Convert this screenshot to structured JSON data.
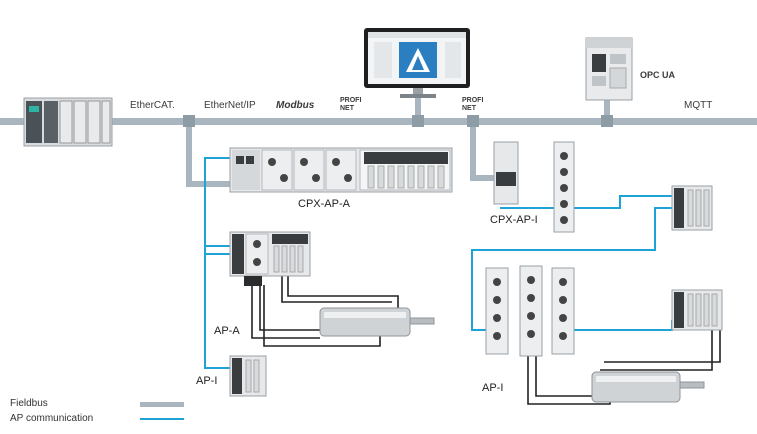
{
  "protocols": {
    "ethercat": "EtherCAT.",
    "ethernetip": "EtherNet/IP",
    "modbus": "Modbus",
    "profinet_1": "PROFI NET",
    "profinet_2": "PROFI NET",
    "opcua": "OPC UA",
    "mqtt": "MQTT"
  },
  "devices": {
    "cpx_ap_a": "CPX-AP-A",
    "cpx_ap_i": "CPX-AP-I",
    "ap_a": "AP-A",
    "ap_i_left": "AP-I",
    "ap_i_right": "AP-I"
  },
  "legend": {
    "fieldbus": "Fieldbus",
    "ap_communication": "AP communication"
  },
  "colors": {
    "fieldbus": "#a9b6c0",
    "ap_communication": "#1ea3d6",
    "cable": "#222222",
    "device_body": "#e6e8ea",
    "device_dark": "#3a3d40",
    "screen_accent": "#2b7fc1"
  }
}
